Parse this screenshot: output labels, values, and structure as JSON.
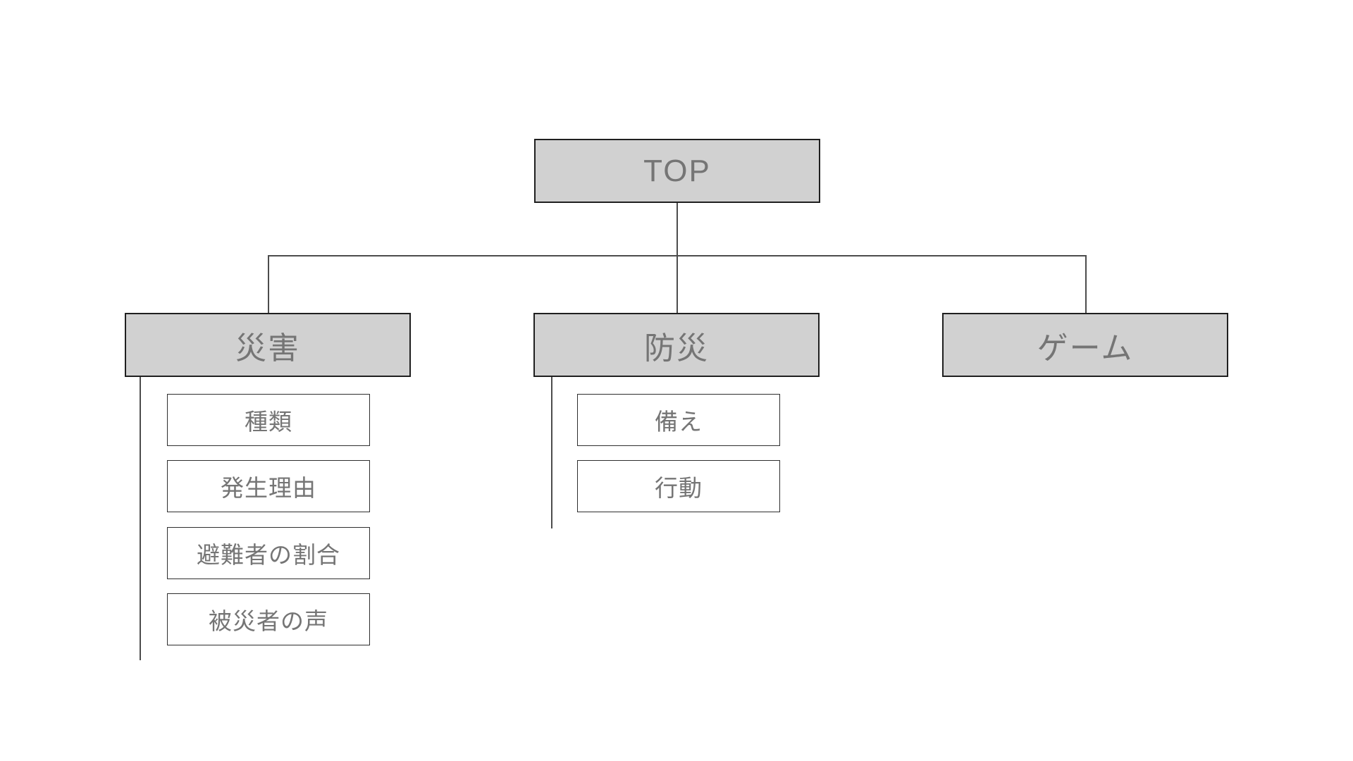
{
  "diagram": {
    "type": "sitemap-tree",
    "root": {
      "label": "TOP"
    },
    "branches": [
      {
        "label": "災害",
        "children": [
          "種類",
          "発生理由",
          "避難者の割合",
          "被災者の声"
        ]
      },
      {
        "label": "防災",
        "children": [
          "備え",
          "行動"
        ]
      },
      {
        "label": "ゲーム",
        "children": []
      }
    ],
    "colors": {
      "parent_fill": "#d1d1d1",
      "parent_border": "#1f1f1f",
      "child_fill": "#ffffff",
      "child_border": "#2e2e2e",
      "text": "#757575",
      "connector": "#4c4c4c",
      "background": "#ffffff"
    }
  }
}
